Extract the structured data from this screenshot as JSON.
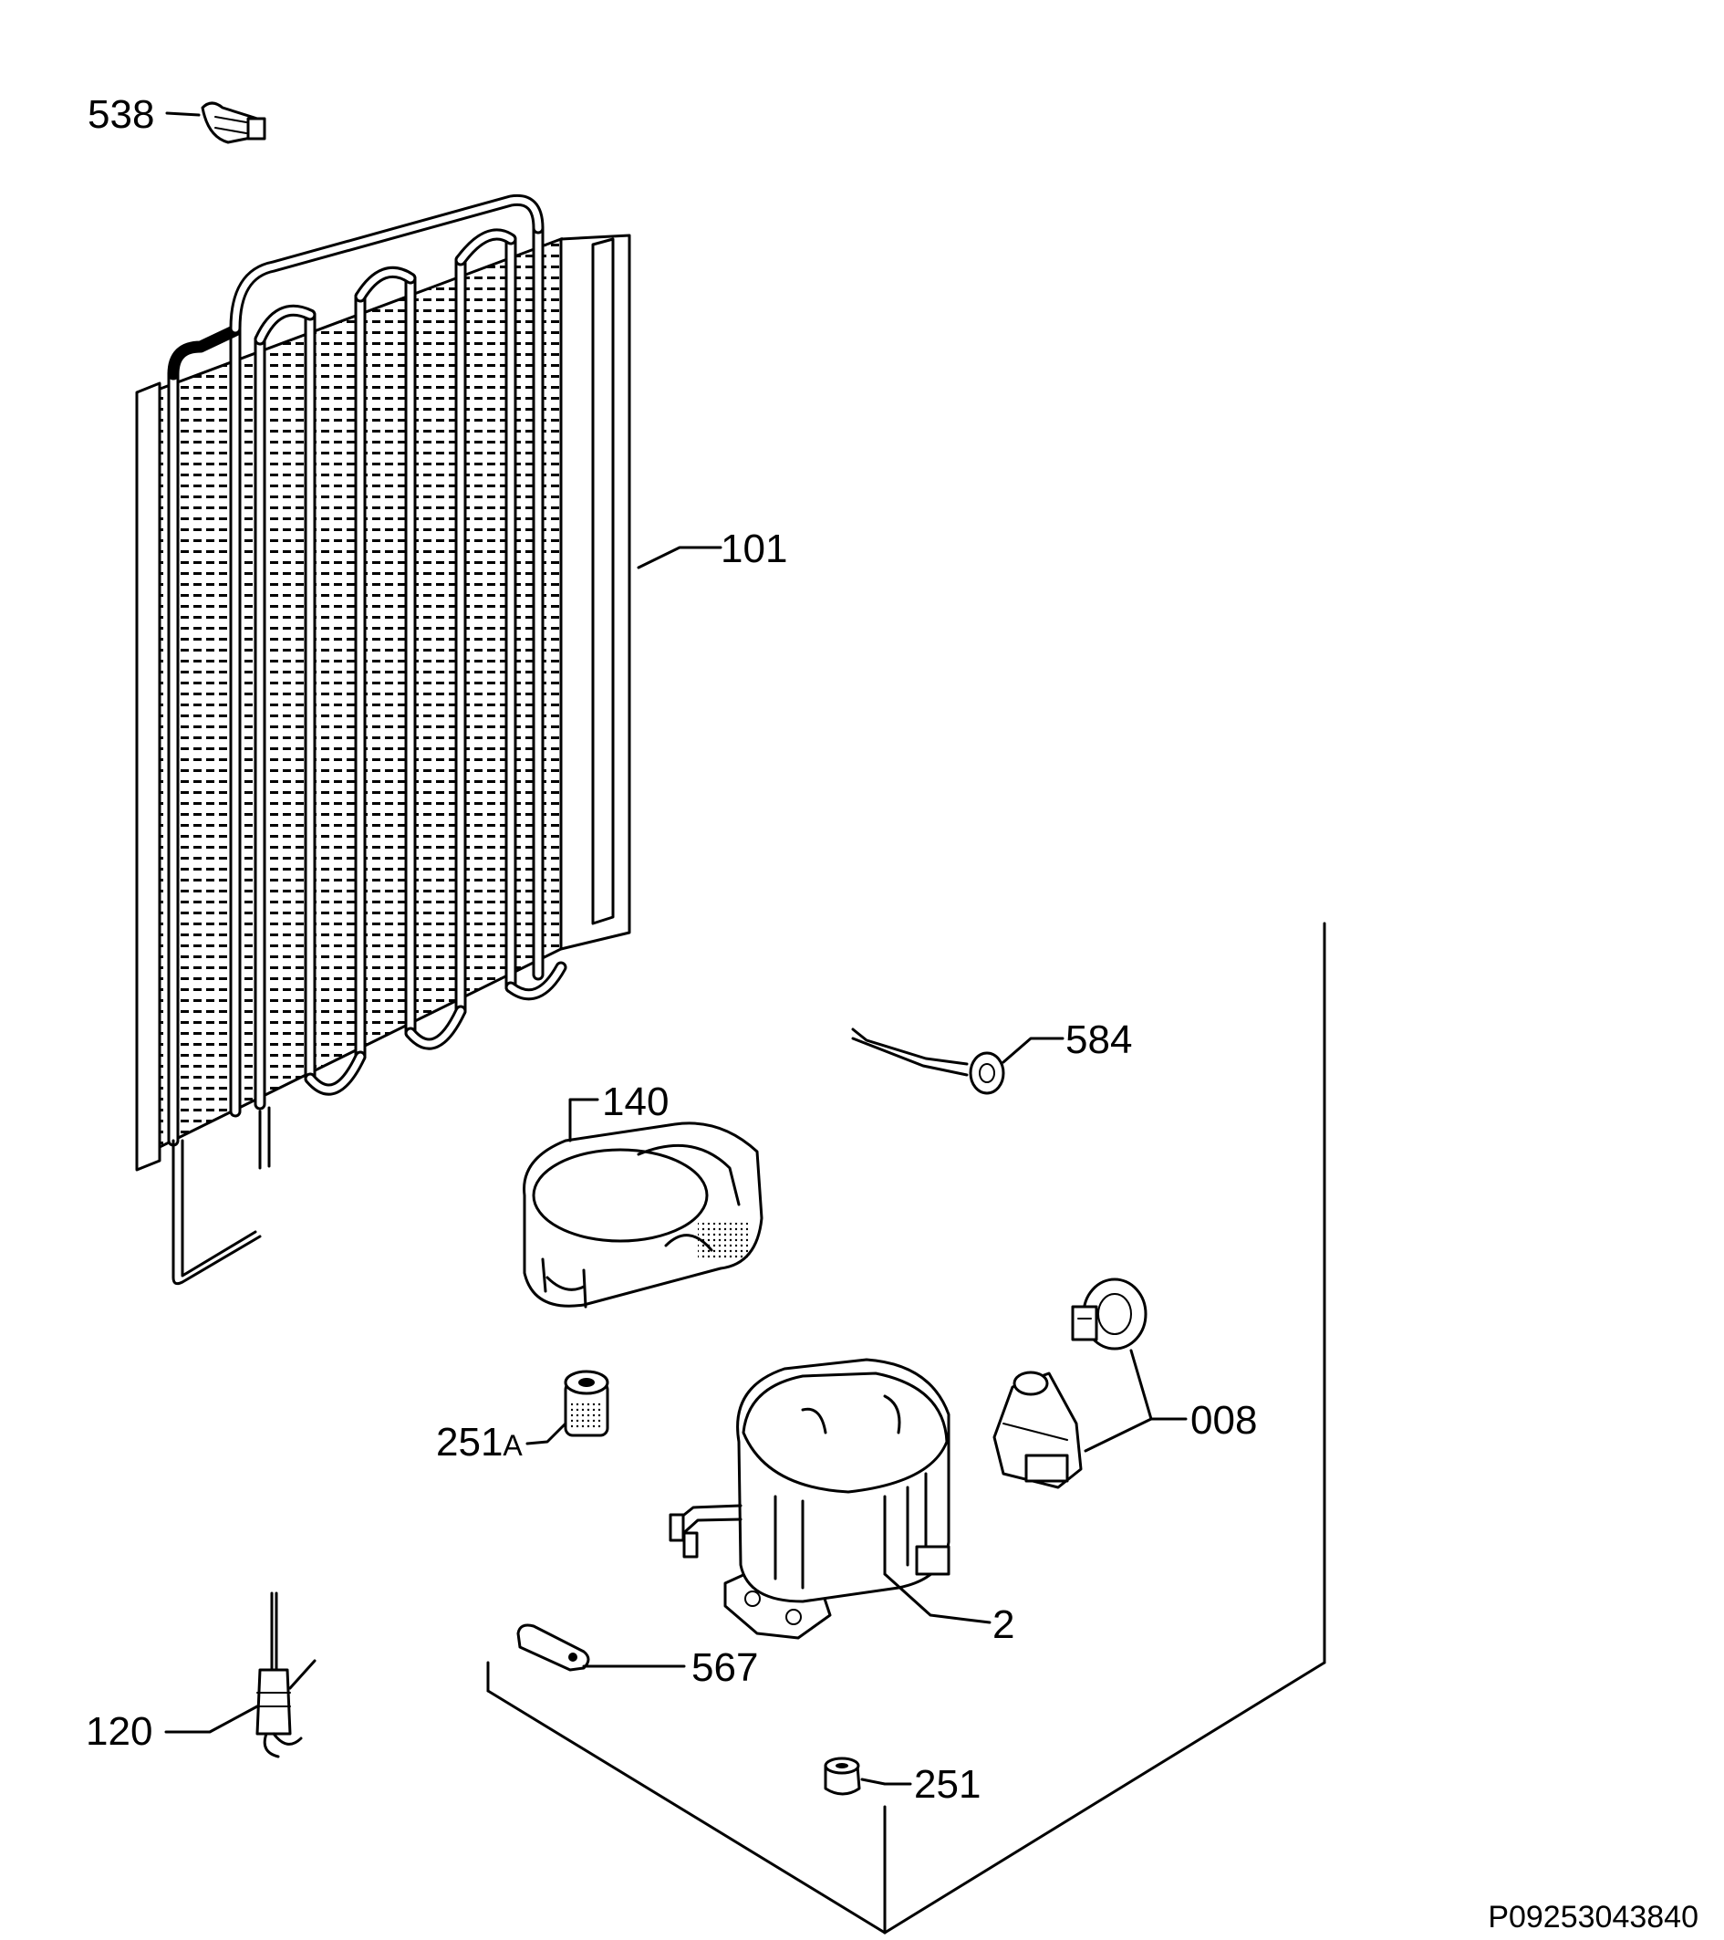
{
  "labels": {
    "p538": "538",
    "p101": "101",
    "p584": "584",
    "p140": "140",
    "p008": "008",
    "p251a_num": "251",
    "p251a_suffix": "A",
    "p2": "2",
    "p567": "567",
    "p120": "120",
    "p251": "251"
  },
  "drawing_code": "P09253043840"
}
